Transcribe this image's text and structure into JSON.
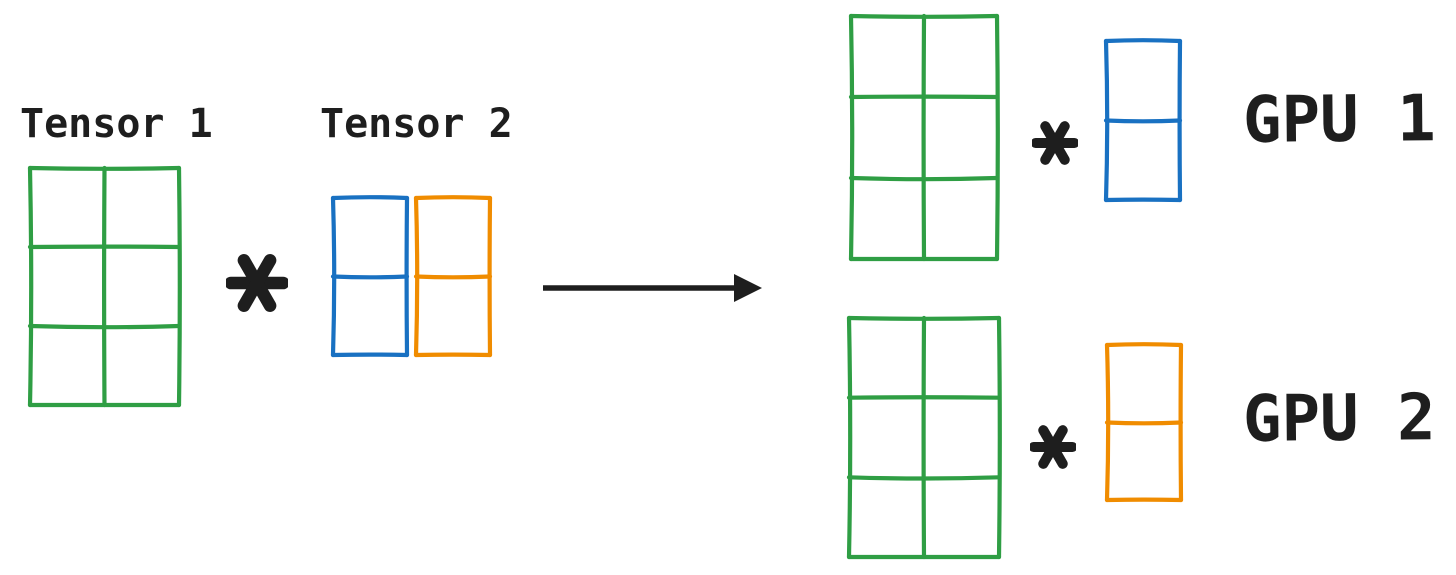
{
  "diagram": {
    "labels": {
      "tensor1": "Tensor 1",
      "tensor2": "Tensor 2",
      "gpu1": "GPU 1",
      "gpu2": "GPU 2",
      "operator": "*"
    },
    "colors": {
      "green": "#2f9e44",
      "blue": "#1971c2",
      "orange": "#f08c00",
      "ink": "#1e1e1e"
    },
    "shapes": {
      "tensor1_matrix": {
        "rows": 3,
        "cols": 2,
        "color": "green"
      },
      "tensor2_left_column": {
        "rows": 2,
        "cols": 1,
        "color": "blue"
      },
      "tensor2_right_column": {
        "rows": 2,
        "cols": 1,
        "color": "orange"
      },
      "gpu1_matrix": {
        "rows": 3,
        "cols": 2,
        "color": "green"
      },
      "gpu1_column": {
        "rows": 2,
        "cols": 1,
        "color": "blue"
      },
      "gpu2_matrix": {
        "rows": 3,
        "cols": 2,
        "color": "green"
      },
      "gpu2_column": {
        "rows": 2,
        "cols": 1,
        "color": "orange"
      }
    }
  }
}
